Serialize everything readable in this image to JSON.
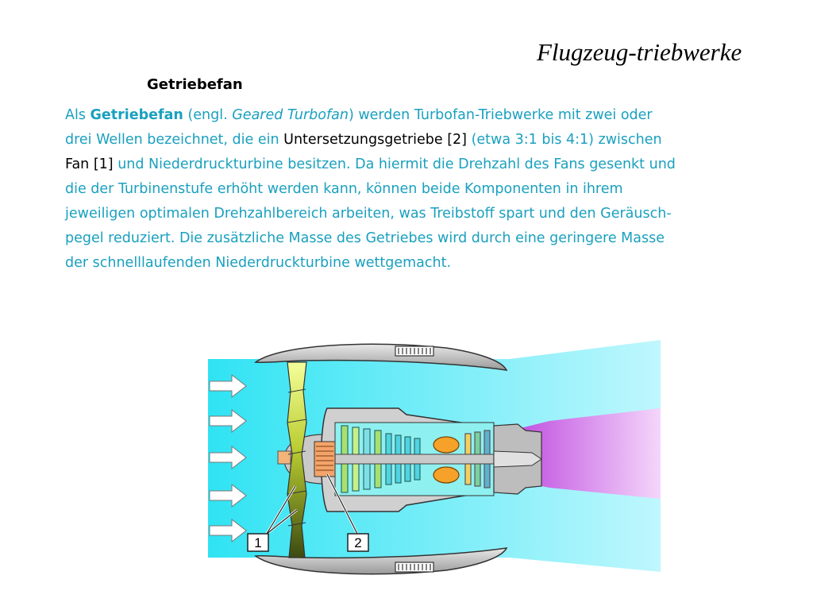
{
  "slide": {
    "title": "Flugzeug-triebwerke",
    "subtitle": "Getriebefan",
    "paragraph": {
      "l1_a": "Als ",
      "l1_b": "Getriebefan",
      "l1_c": " (engl. ",
      "l1_d": "Geared Turbofan",
      "l1_e": ") werden Turbofan-Triebwerke mit zwei oder",
      "l2_a": "drei Wellen bezeichnet, die ein ",
      "l2_b": "Untersetzungsgetriebe [2] ",
      "l2_c": " (etwa 3:1 bis 4:1) zwischen",
      "l3_a": "Fan [1]",
      "l3_b": " und Niederdruckturbine besitzen. Da hiermit die Drehzahl des Fans gesenkt und",
      "l4": "die der Turbinenstufe erhöht werden kann, können beide Komponenten in ihrem",
      "l5": "jeweiligen optimalen Drehzahlbereich arbeiten, was Treibstoff spart und den Geräusch-",
      "l6": "pegel reduziert. Die zusätzliche Masse des Getriebes wird durch eine geringere Masse",
      "l7": "der schnelllaufenden Niederdruckturbine wettgemacht."
    }
  },
  "diagram": {
    "label_fan": "1",
    "label_gearbox": "2",
    "colors": {
      "airflow": "#33e6f5",
      "exhaust": "#d77ef0",
      "nacelle": "#c8c8c8",
      "fan": "#b7c937",
      "core": "#6ee3e6"
    }
  }
}
